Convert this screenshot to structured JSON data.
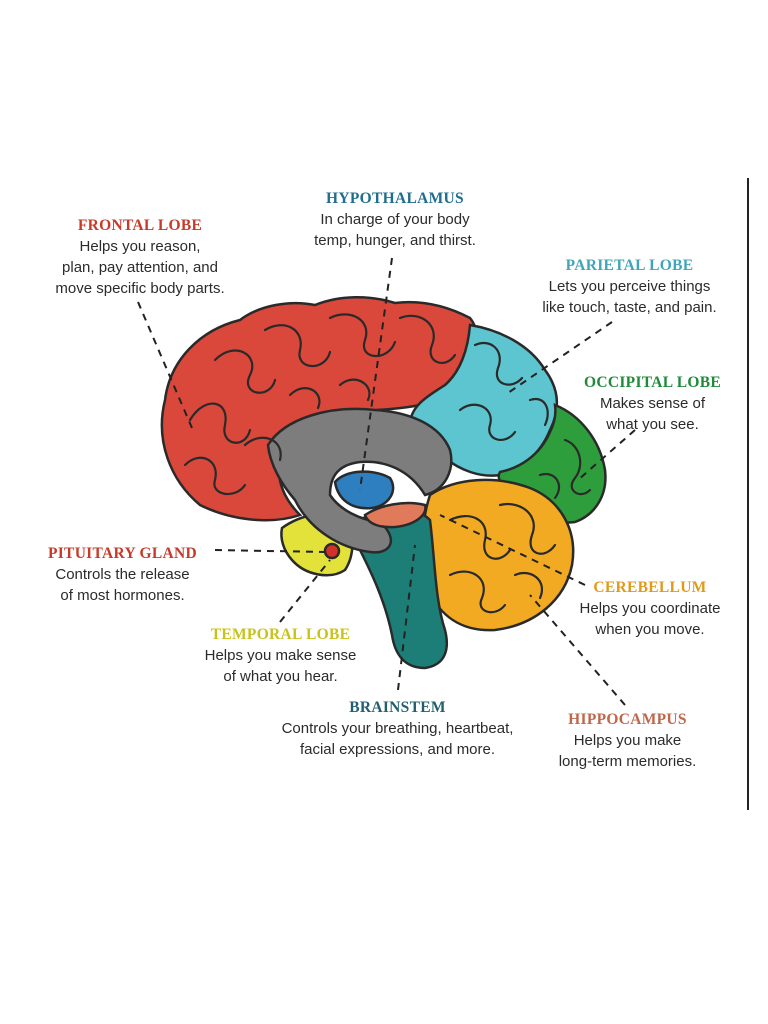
{
  "regions": {
    "frontal": {
      "title": "FRONTAL LOBE",
      "lines": [
        "Helps you reason,",
        "plan, pay attention, and",
        "move specific body parts."
      ],
      "color": "#c73a2a"
    },
    "hypothalamus": {
      "title": "HYPOTHALAMUS",
      "lines": [
        "In charge of your body",
        "temp, hunger, and thirst."
      ],
      "color": "#1f6e8c"
    },
    "parietal": {
      "title": "PARIETAL LOBE",
      "lines": [
        "Lets you perceive things",
        "like touch, taste, and pain."
      ],
      "color": "#3fa6b8"
    },
    "occipital": {
      "title": "OCCIPITAL LOBE",
      "lines": [
        "Makes sense of",
        "what you see."
      ],
      "color": "#1f8a3b"
    },
    "pituitary": {
      "title": "PITUITARY GLAND",
      "lines": [
        "Controls the release",
        "of most hormones."
      ],
      "color": "#c73a2a"
    },
    "cerebellum": {
      "title": "CEREBELLUM",
      "lines": [
        "Helps you coordinate",
        "when you move."
      ],
      "color": "#e09a1a"
    },
    "temporal": {
      "title": "TEMPORAL LOBE",
      "lines": [
        "Helps you make sense",
        "of what you hear."
      ],
      "color": "#c9c21a"
    },
    "brainstem": {
      "title": "BRAINSTEM",
      "lines": [
        "Controls your breathing, heartbeat,",
        "facial expressions, and more."
      ],
      "color": "#1f5f6e"
    },
    "hippocampus": {
      "title": "HIPPOCAMPUS",
      "lines": [
        "Helps you make",
        "long-term memories."
      ],
      "color": "#c0664a"
    }
  },
  "fills": {
    "frontal": "#d9483a",
    "parietal": "#5cc5cf",
    "occipital": "#2e9e3c",
    "cerebellum": "#f2aa22",
    "temporal": "#e2e23a",
    "brainstem": "#1d7e78",
    "corpus": "#7d7d7d",
    "thalamus": "#2e7fc0",
    "pituitary": "#d1332a",
    "hippocampus": "#e07a5a",
    "outline": "#2a2a2a"
  }
}
